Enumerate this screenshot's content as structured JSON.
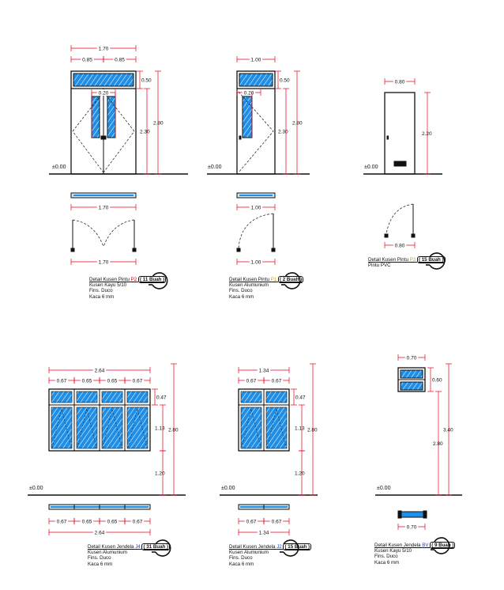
{
  "elevations": {
    "door_p2": {
      "width": "1.70",
      "half_left": "0.85",
      "half_right": "0.85",
      "vent_height": "0.50",
      "total_height": "2.80",
      "door_height": "2.30",
      "glass_small": "0.20"
    },
    "door_p1": {
      "width": "1.00",
      "vent_height": "0.50",
      "total_height": "2.80",
      "door_height": "2.30",
      "glass_small": "0.20"
    },
    "door_p3": {
      "width": "0.80",
      "door_height": "2.20"
    },
    "window_j4": {
      "width": "2.64",
      "w1": "0.67",
      "w2": "0.65",
      "w3": "0.65",
      "w4": "0.67",
      "top_height": "0.47",
      "glass_height": "1.13",
      "sill_height": "1.20",
      "total_height": "2.80"
    },
    "window_j2": {
      "width": "1.34",
      "w1": "0.67",
      "w2": "0.67",
      "top_height": "0.47",
      "glass_height": "1.13",
      "sill_height": "1.20",
      "total_height": "2.80"
    },
    "window_bv": {
      "width": "0.70",
      "height": "0.60",
      "total_height": "3.40",
      "sill_height": "2.80"
    }
  },
  "plans": {
    "door_p2": {
      "inner": "1.70",
      "outer": "1.70"
    },
    "door_p1": {
      "inner": "1.00",
      "outer": "1.00"
    },
    "door_p3": {
      "width": "0.80"
    },
    "window_j4": {
      "w1": "0.67",
      "w2": "0.65",
      "w3": "0.65",
      "w4": "0.67",
      "total": "2.64"
    },
    "window_j2": {
      "w1": "0.67",
      "w2": "0.67",
      "total": "1.34"
    },
    "window_bv": {
      "width": "0.70"
    }
  },
  "levels": {
    "floor": "±0.00"
  },
  "labels": {
    "p2": {
      "title_prefix": "Detail Kusen Pintu ",
      "code": "P2",
      "qty": "( 11 Buah )",
      "lines": [
        "Kusen Kayu 5/10",
        "Fins. Duco",
        "Kaca 6 mm"
      ]
    },
    "p1": {
      "title_prefix": "Detail Kusen Pintu ",
      "code": "P1",
      "qty": "( 2 Buah )",
      "lines": [
        "Kusen Alumunium",
        "Fins. Duco",
        "Kaca 6 mm"
      ]
    },
    "p3": {
      "title_prefix": "Detail Kusen Pintu ",
      "code": "P3",
      "qty": "( 15 Buah )",
      "lines": [
        "Pintu PVC"
      ]
    },
    "j4": {
      "title_prefix": "Detail Kusen Jendela ",
      "code": "J4",
      "qty": "( 31 Buah )",
      "lines": [
        "Kusen Alumunium",
        "Fins. Duco",
        "Kaca 6 mm"
      ]
    },
    "j2": {
      "title_prefix": "Detail Kusen Jendela ",
      "code": "J2",
      "qty": "( 15 Buah )",
      "lines": [
        "Kusen Alumunium",
        "Fins. Duco",
        "Kaca 6 mm"
      ]
    },
    "bv": {
      "title_prefix": "Detail Kusen Jendela ",
      "code": "BV",
      "qty": "( 9 Buah )",
      "lines": [
        "Kusen Kayu 5/10",
        "Fins. Duco",
        "Kaca 6 mm"
      ]
    }
  },
  "colors": {
    "dimension": "#e8001c",
    "glass": "#1f8ee6",
    "frame": "#111111",
    "glass_pane": "#cfe7f7"
  }
}
